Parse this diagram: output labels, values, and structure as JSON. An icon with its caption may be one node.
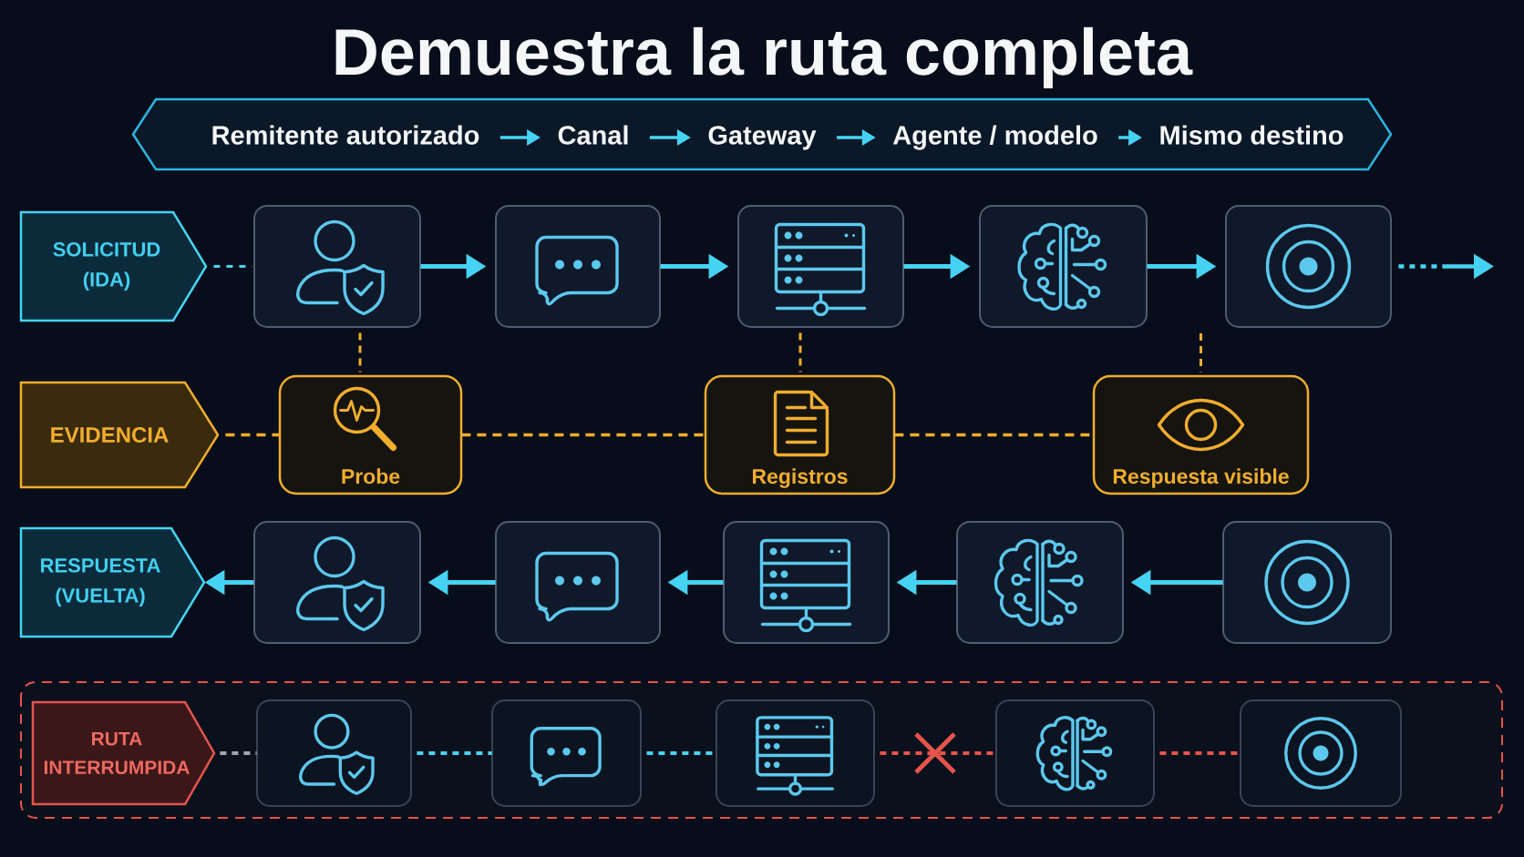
{
  "diagram": {
    "title": "Demuestra la ruta completa",
    "nodes": [
      {
        "text": [],
        "shape": "hexagon"
      },
      {
        "text": [
          "Remitente autorizado"
        ],
        "in": 0
      },
      {
        "text": [
          "Canal"
        ],
        "in": 0
      },
      {
        "text": [
          "Gateway"
        ],
        "in": 0
      },
      {
        "text": [
          "Agente / modelo"
        ],
        "in": 0
      },
      {
        "text": [
          "Mismo destino"
        ],
        "in": 0
      },
      {
        "text": [
          "SOLICITUD (IDA)"
        ]
      },
      {
        "text": [],
        "shape": "box"
      },
      {
        "text": [],
        "shape": "box"
      },
      {
        "text": [],
        "shape": "box"
      },
      {
        "text": [],
        "shape": "box"
      },
      {
        "text": [],
        "shape": "box"
      },
      {
        "text": [
          "EVIDENCIA"
        ]
      },
      {
        "text": [
          "Probe"
        ]
      },
      {
        "text": [
          "Registros"
        ]
      },
      {
        "text": [
          "Respuesta visible"
        ]
      },
      {
        "text": [
          "RESPUESTA (VUELTA)"
        ]
      },
      {
        "text": [],
        "shape": "box"
      },
      {
        "text": [],
        "shape": "box"
      },
      {
        "text": [],
        "shape": "box"
      },
      {
        "text": [],
        "shape": "box"
      },
      {
        "text": [],
        "shape": "box"
      },
      {
        "text": [],
        "shape": "box"
      },
      {
        "text": [
          "RUTA INTERRUMPIDA"
        ],
        "in": 22
      },
      {
        "text": [],
        "shape": "box",
        "in": 22
      },
      {
        "text": [],
        "shape": "box",
        "in": 22
      },
      {
        "text": [],
        "shape": "box",
        "in": 22
      },
      {
        "text": [],
        "shape": "box",
        "in": 22
      },
      {
        "text": [],
        "shape": "box",
        "in": 22
      }
    ],
    "edges": [
      {
        "from": 1,
        "to": 2,
        "arrow": "to"
      },
      {
        "from": 2,
        "to": 3,
        "arrow": "to"
      },
      {
        "from": 3,
        "to": 4,
        "arrow": "to"
      },
      {
        "from": 4,
        "to": 5,
        "arrow": "to"
      },
      {
        "from": 6,
        "to": 7,
        "arrow": "none",
        "style": "dashed"
      },
      {
        "from": 7,
        "to": 8,
        "arrow": "to"
      },
      {
        "from": 8,
        "to": 9,
        "arrow": "to"
      },
      {
        "from": 9,
        "to": 10,
        "arrow": "to"
      },
      {
        "from": 10,
        "to": 11,
        "arrow": "to"
      },
      {
        "from": 11,
        "to": null,
        "arrow": "to",
        "style": "dashed"
      },
      {
        "from": 7,
        "to": 13,
        "arrow": "none",
        "style": "dashed",
        "color": "#f1ad2c"
      },
      {
        "from": 9,
        "to": 14,
        "arrow": "none",
        "style": "dashed",
        "color": "#f1ad2c"
      },
      {
        "from": null,
        "to": 15,
        "arrow": "none",
        "style": "dashed",
        "color": "#f1ad2c"
      },
      {
        "from": 12,
        "to": 13,
        "arrow": "none",
        "style": "dashed",
        "color": "#f1ad2c"
      },
      {
        "from": 13,
        "to": 14,
        "arrow": "none",
        "style": "dashed",
        "color": "#f1ad2c"
      },
      {
        "from": 14,
        "to": 15,
        "arrow": "none",
        "style": "dashed",
        "color": "#f1ad2c"
      },
      {
        "from": 21,
        "to": 20,
        "arrow": "to"
      },
      {
        "from": 20,
        "to": 19,
        "arrow": "to"
      },
      {
        "from": 19,
        "to": 18,
        "arrow": "to"
      },
      {
        "from": 18,
        "to": 17,
        "arrow": "to"
      },
      {
        "from": 17,
        "to": 16,
        "arrow": "to"
      },
      {
        "from": 23,
        "to": 24,
        "arrow": "none",
        "style": "dashed",
        "color": "#a0a7b0"
      },
      {
        "from": 24,
        "to": 25,
        "arrow": "none",
        "style": "dashed"
      },
      {
        "from": 25,
        "to": 26,
        "arrow": "none",
        "style": "dashed"
      },
      {
        "from": 26,
        "to": 27,
        "arrow": "none",
        "style": "dashed",
        "color": "#e6544b"
      },
      {
        "from": 27,
        "to": 28,
        "arrow": "none",
        "style": "dashed",
        "color": "#e6544b"
      }
    ]
  }
}
